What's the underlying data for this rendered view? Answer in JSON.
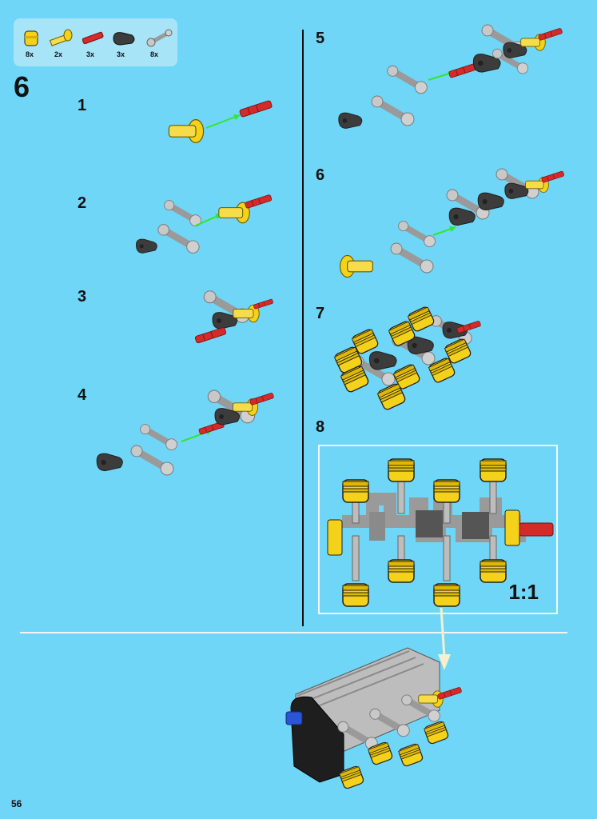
{
  "page": {
    "number": "56",
    "main_step": "6",
    "scale_label": "1:1"
  },
  "parts": [
    {
      "name": "yellow-bush-part-icon",
      "qty": "8x"
    },
    {
      "name": "yellow-axle-part-icon",
      "qty": "2x"
    },
    {
      "name": "red-axle-part-icon",
      "qty": "3x"
    },
    {
      "name": "dark-gray-crank-part-icon",
      "qty": "3x"
    },
    {
      "name": "gray-connecting-rod-part-icon",
      "qty": "8x"
    }
  ],
  "substeps": [
    "1",
    "2",
    "3",
    "4",
    "5",
    "6",
    "7",
    "8"
  ],
  "colors": {
    "background": "#6fd6f7",
    "yellow": "#f5d21a",
    "red": "#d42a2a",
    "dark_gray": "#3c3c3c",
    "light_gray": "#bdbdbd",
    "arrow": "#2ee82e",
    "blue": "#2a55d4"
  }
}
